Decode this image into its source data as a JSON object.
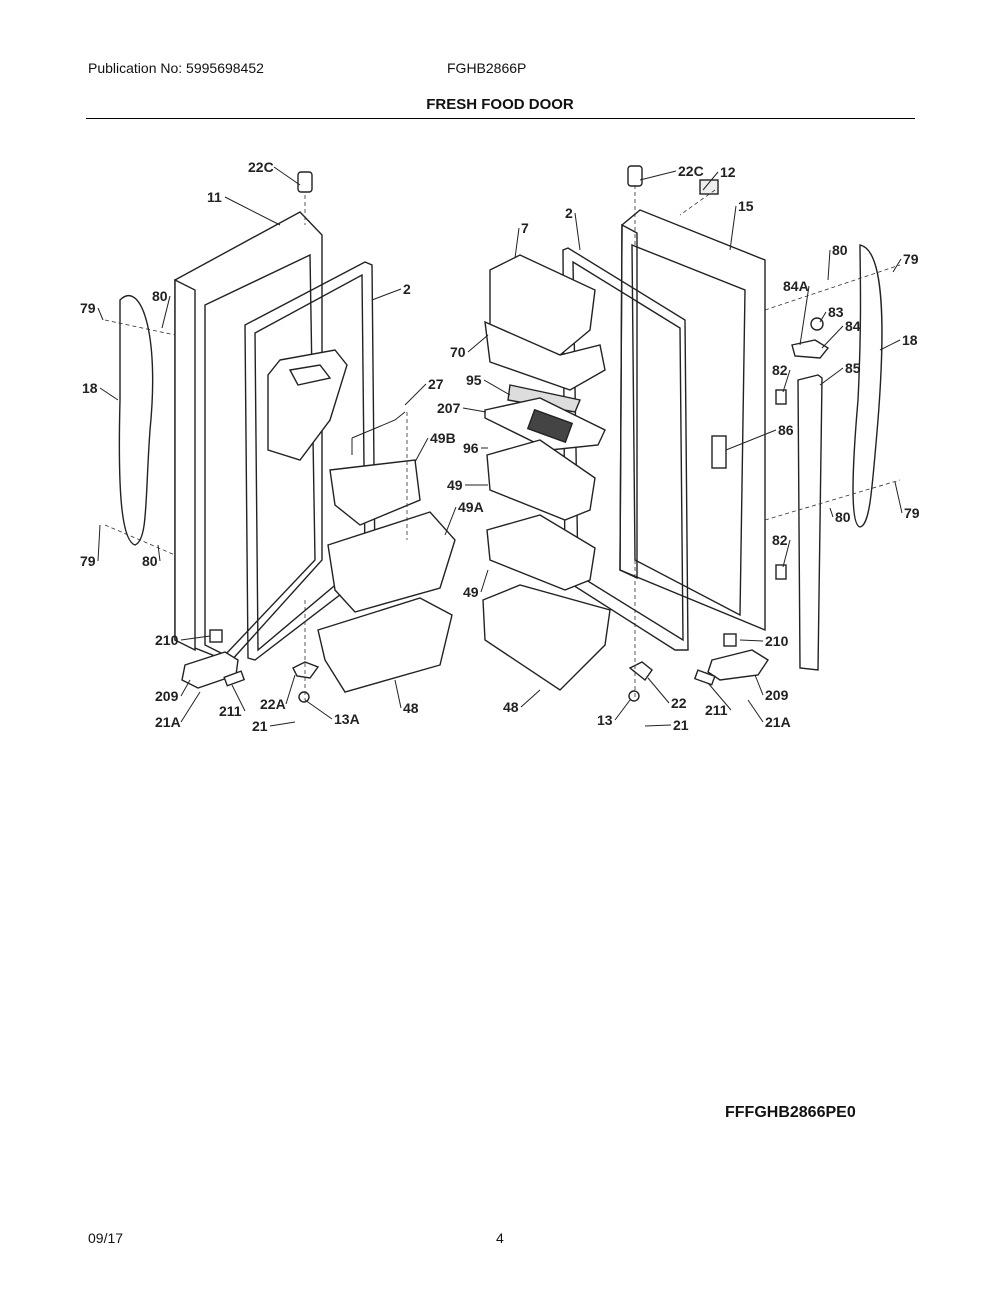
{
  "header": {
    "publication": "Publication No: 5995698452",
    "model": "FGHB2866P",
    "section_title": "FRESH FOOD DOOR"
  },
  "diagram": {
    "callouts": [
      "22C",
      "11",
      "2",
      "79",
      "80",
      "18",
      "79",
      "80",
      "27",
      "49B",
      "49A",
      "210",
      "209",
      "211",
      "22A",
      "48",
      "21A",
      "21",
      "13A",
      "22C",
      "12",
      "15",
      "2",
      "7",
      "70",
      "80",
      "79",
      "84A",
      "83",
      "84",
      "18",
      "82",
      "85",
      "95",
      "207",
      "86",
      "96",
      "49",
      "80",
      "79",
      "49",
      "82",
      "210",
      "48",
      "22",
      "209",
      "211",
      "21A",
      "13",
      "21"
    ],
    "diagram_code": "FFFGHB2866PE0"
  },
  "footer": {
    "date": "09/17",
    "page": "4"
  }
}
